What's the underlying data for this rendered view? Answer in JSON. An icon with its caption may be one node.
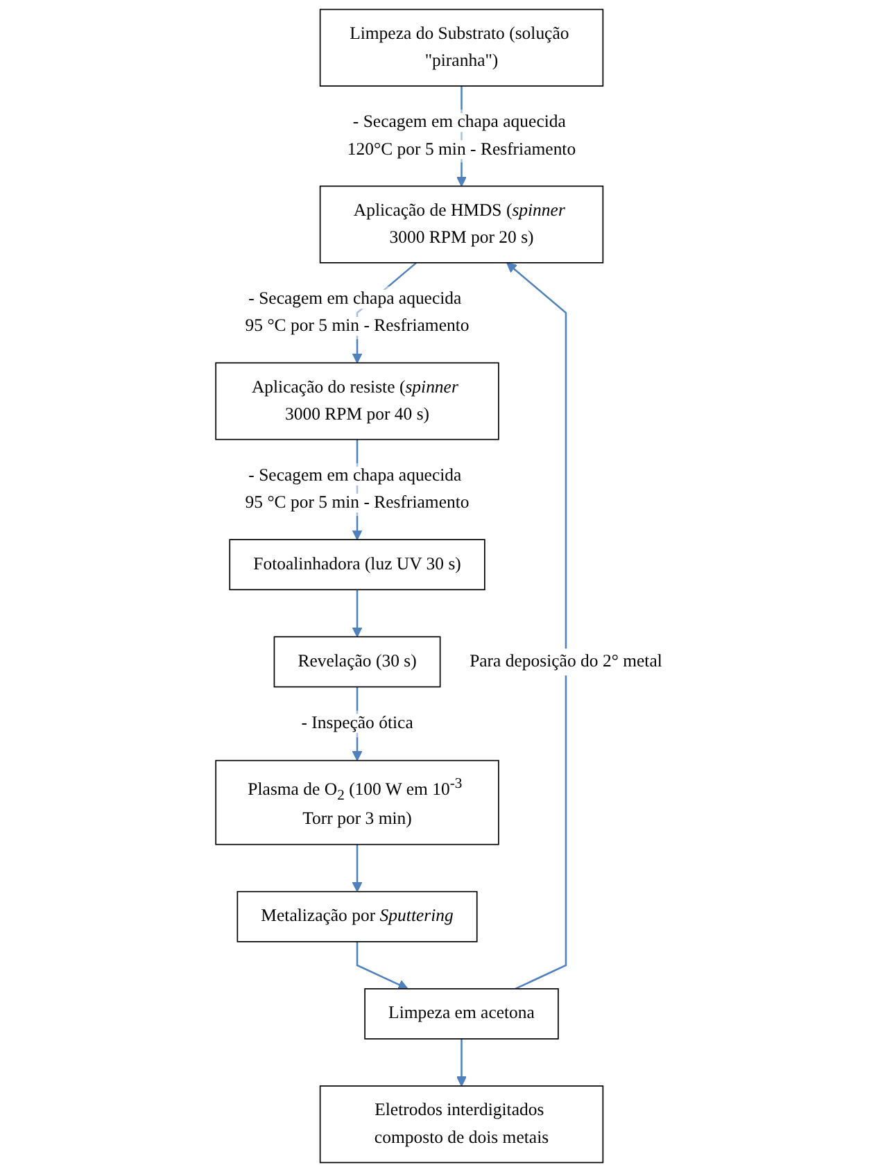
{
  "diagram": {
    "nodes": [
      {
        "text": [
          "Limpeza do Substrato (solução \"piranha\")"
        ]
      },
      {
        "text": [
          "Aplicação de HMDS (*spinner* 3000 RPM por 20 s)"
        ]
      },
      {
        "text": [
          "Aplicação do resiste (*spinner* 3000 RPM por 40 s)"
        ]
      },
      {
        "text": [
          "Fotoalinhadora (luz UV 30 s)"
        ]
      },
      {
        "text": [
          "Revelação (30 s)"
        ]
      },
      {
        "text": [
          "Plasma de O$_{2}$ (100 W em 10$^{-3}$ Torr por 3 min)"
        ]
      },
      {
        "text": [
          "Metalização por *Sputtering*"
        ]
      },
      {
        "text": [
          "Limpeza em acetona"
        ]
      },
      {
        "text": [
          "Eletrodos interdigitados composto de dois metais"
        ]
      }
    ],
    "edges": [
      {
        "from": 0,
        "to": 1,
        "arrow": "to",
        "label": "- Secagem em chapa aquecida 120°C por 5 min - Resfriamento"
      },
      {
        "from": 1,
        "to": 2,
        "arrow": "to",
        "label": "- Secagem em chapa aquecida 95 °C por 5 min - Resfriamento"
      },
      {
        "from": 2,
        "to": 3,
        "arrow": "to",
        "label": "- Secagem em chapa aquecida 95 °C por 5 min - Resfriamento"
      },
      {
        "from": 3,
        "to": 4,
        "arrow": "to"
      },
      {
        "from": 4,
        "to": 5,
        "arrow": "to",
        "label": "- Inspeção ótica"
      },
      {
        "from": 5,
        "to": 6,
        "arrow": "to"
      },
      {
        "from": 6,
        "to": 7,
        "arrow": "to"
      },
      {
        "from": 7,
        "to": 8,
        "arrow": "to"
      },
      {
        "from": 7,
        "to": 1,
        "arrow": "to",
        "label": "Para deposição do 2° metal"
      }
    ]
  }
}
